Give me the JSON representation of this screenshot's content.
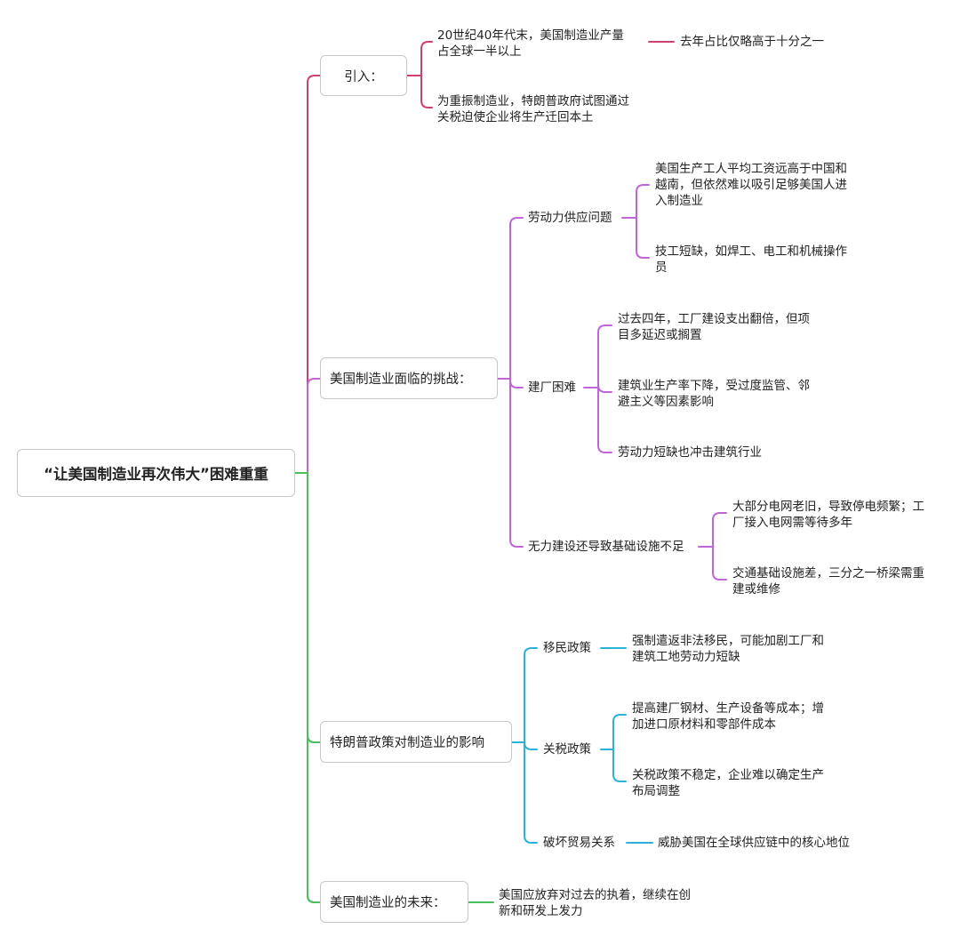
{
  "colors": {
    "intro": "#cf3f6f",
    "challenges": "#c065d8",
    "policy": "#2bb2d9",
    "future": "#4bbf5a"
  },
  "root": {
    "label": "“让美国制造业再次伟大”困难重重"
  },
  "intro": {
    "label": "引入：",
    "items": [
      {
        "lines": [
          "20世纪40年代末，美国制造业产量",
          "占全球一半以上"
        ],
        "child": "去年占比仅略高于十分之一"
      },
      {
        "lines": [
          "为重振制造业，特朗普政府试图通过",
          "关税迫使企业将生产迁回本土"
        ]
      }
    ]
  },
  "challenges": {
    "label": "美国制造业面临的挑战：",
    "groups": [
      {
        "label": "劳动力供应问题",
        "items": [
          [
            "美国生产工人平均工资远高于中国和",
            "越南，但依然难以吸引足够美国人进",
            "入制造业"
          ],
          [
            "技工短缺，如焊工、电工和机械操作",
            "员"
          ]
        ]
      },
      {
        "label": "建厂困难",
        "items": [
          [
            "过去四年，工厂建设支出翻倍，但项",
            "目多延迟或搁置"
          ],
          [
            "建筑业生产率下降，受过度监管、邻",
            "避主义等因素影响"
          ],
          [
            "劳动力短缺也冲击建筑行业"
          ]
        ]
      },
      {
        "label": "无力建设还导致基础设施不足",
        "items": [
          [
            "大部分电网老旧，导致停电频繁；工",
            "厂接入电网需等待多年"
          ],
          [
            "交通基础设施差，三分之一桥梁需重",
            "建或维修"
          ]
        ]
      }
    ]
  },
  "policy": {
    "label": "特朗普政策对制造业的影响",
    "groups": [
      {
        "label": "移民政策",
        "items": [
          [
            "强制遣返非法移民，可能加剧工厂和",
            "建筑工地劳动力短缺"
          ]
        ]
      },
      {
        "label": "关税政策",
        "items": [
          [
            "提高建厂钢材、生产设备等成本；增",
            "加进口原材料和零部件成本"
          ],
          [
            "关税政策不稳定，企业难以确定生产",
            "布局调整"
          ]
        ]
      },
      {
        "label": "破坏贸易关系",
        "items": [
          [
            "威胁美国在全球供应链中的核心地位"
          ]
        ]
      }
    ]
  },
  "future": {
    "label": "美国制造业的未来：",
    "lines": [
      "美国应放弃对过去的执着，继续在创",
      "新和研发上发力"
    ]
  }
}
